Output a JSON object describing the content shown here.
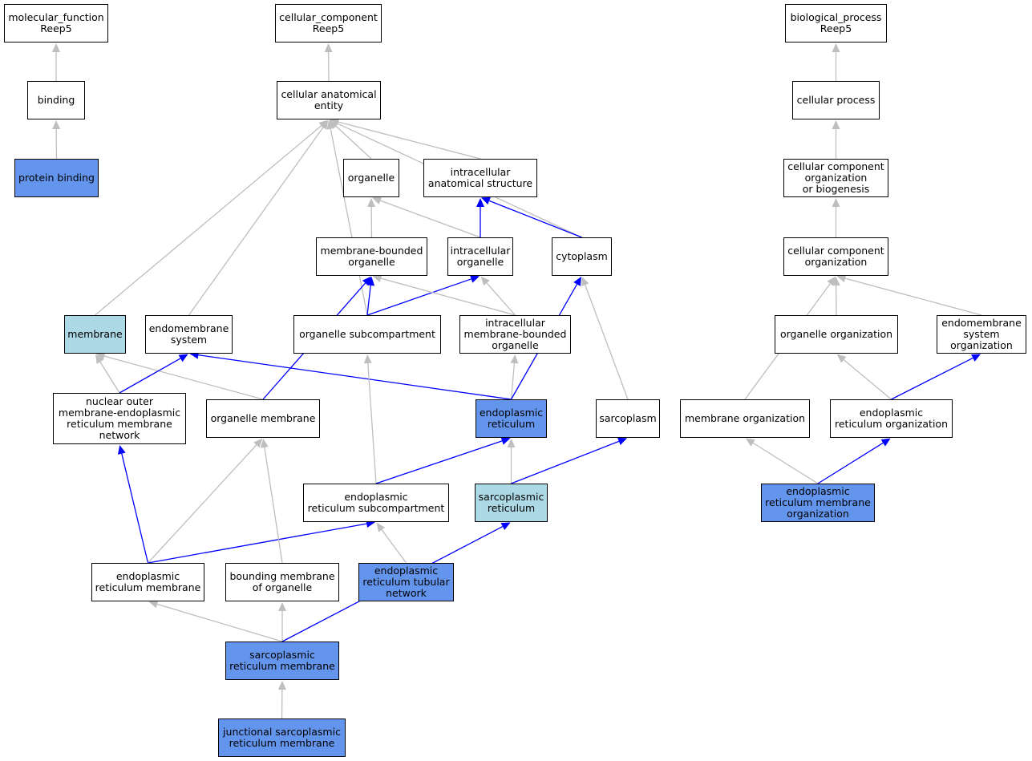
{
  "colors": {
    "blue_fill": "#6495ed",
    "lightblue_fill": "#add8e6",
    "white_fill": "#ffffff",
    "blue_edge": "#0000ff",
    "gray_edge": "#bebebe"
  },
  "nodes": [
    {
      "id": "mf",
      "label": "molecular_function\nReep5",
      "fill": "white"
    },
    {
      "id": "cc",
      "label": "cellular_component\nReep5",
      "fill": "white"
    },
    {
      "id": "bp",
      "label": "biological_process\nReep5",
      "fill": "white"
    },
    {
      "id": "binding",
      "label": "binding",
      "fill": "white"
    },
    {
      "id": "cae",
      "label": "cellular anatomical\nentity",
      "fill": "white"
    },
    {
      "id": "cp",
      "label": "cellular process",
      "fill": "white"
    },
    {
      "id": "pb",
      "label": "protein binding",
      "fill": "blue"
    },
    {
      "id": "organelle",
      "label": "organelle",
      "fill": "white"
    },
    {
      "id": "ias",
      "label": "intracellular\nanatomical structure",
      "fill": "white"
    },
    {
      "id": "ccob",
      "label": "cellular component\norganization\nor biogenesis",
      "fill": "white"
    },
    {
      "id": "mbo",
      "label": "membrane-bounded\norganelle",
      "fill": "white"
    },
    {
      "id": "io",
      "label": "intracellular\norganelle",
      "fill": "white"
    },
    {
      "id": "cyto",
      "label": "cytoplasm",
      "fill": "white"
    },
    {
      "id": "cco",
      "label": "cellular component\norganization",
      "fill": "white"
    },
    {
      "id": "membrane",
      "label": "membrane",
      "fill": "lightblue"
    },
    {
      "id": "es",
      "label": "endomembrane\nsystem",
      "fill": "white"
    },
    {
      "id": "osc",
      "label": "organelle subcompartment",
      "fill": "white"
    },
    {
      "id": "imbo",
      "label": "intracellular\nmembrane-bounded\norganelle",
      "fill": "white"
    },
    {
      "id": "oo",
      "label": "organelle organization",
      "fill": "white"
    },
    {
      "id": "eso",
      "label": "endomembrane\nsystem organization",
      "fill": "white"
    },
    {
      "id": "nomer",
      "label": "nuclear outer\nmembrane-endoplasmic\nreticulum membrane\nnetwork",
      "fill": "white"
    },
    {
      "id": "om",
      "label": "organelle membrane",
      "fill": "white"
    },
    {
      "id": "er",
      "label": "endoplasmic\nreticulum",
      "fill": "blue"
    },
    {
      "id": "sarcoplasm",
      "label": "sarcoplasm",
      "fill": "white"
    },
    {
      "id": "mo",
      "label": "membrane organization",
      "fill": "white"
    },
    {
      "id": "ero",
      "label": "endoplasmic\nreticulum organization",
      "fill": "white"
    },
    {
      "id": "ersc",
      "label": "endoplasmic\nreticulum subcompartment",
      "fill": "white"
    },
    {
      "id": "sr",
      "label": "sarcoplasmic\nreticulum",
      "fill": "lightblue"
    },
    {
      "id": "ermo",
      "label": "endoplasmic\nreticulum membrane\norganization",
      "fill": "blue"
    },
    {
      "id": "erm",
      "label": "endoplasmic\nreticulum membrane",
      "fill": "white"
    },
    {
      "id": "bmo",
      "label": "bounding membrane\nof organelle",
      "fill": "white"
    },
    {
      "id": "ertn",
      "label": "endoplasmic\nreticulum tubular\nnetwork",
      "fill": "blue"
    },
    {
      "id": "srm",
      "label": "sarcoplasmic\nreticulum membrane",
      "fill": "blue"
    },
    {
      "id": "jsrm",
      "label": "junctional sarcoplasmic\nreticulum membrane",
      "fill": "blue"
    }
  ],
  "edges": [
    {
      "from": "binding",
      "to": "mf",
      "color": "gray"
    },
    {
      "from": "pb",
      "to": "binding",
      "color": "gray"
    },
    {
      "from": "cae",
      "to": "cc",
      "color": "gray"
    },
    {
      "from": "organelle",
      "to": "cae",
      "color": "gray"
    },
    {
      "from": "ias",
      "to": "cae",
      "color": "gray"
    },
    {
      "from": "cyto",
      "to": "cae",
      "color": "gray"
    },
    {
      "from": "membrane",
      "to": "cae",
      "color": "gray"
    },
    {
      "from": "es",
      "to": "cae",
      "color": "gray"
    },
    {
      "from": "osc",
      "to": "cae",
      "color": "gray"
    },
    {
      "from": "mbo",
      "to": "organelle",
      "color": "gray"
    },
    {
      "from": "io",
      "to": "organelle",
      "color": "gray"
    },
    {
      "from": "io",
      "to": "ias",
      "color": "blue"
    },
    {
      "from": "cyto",
      "to": "ias",
      "color": "blue"
    },
    {
      "from": "osc",
      "to": "mbo",
      "color": "blue"
    },
    {
      "from": "osc",
      "to": "io",
      "color": "blue"
    },
    {
      "from": "imbo",
      "to": "mbo",
      "color": "gray"
    },
    {
      "from": "imbo",
      "to": "io",
      "color": "gray"
    },
    {
      "from": "om",
      "to": "mbo",
      "color": "blue"
    },
    {
      "from": "om",
      "to": "membrane",
      "color": "gray"
    },
    {
      "from": "nomer",
      "to": "membrane",
      "color": "gray"
    },
    {
      "from": "nomer",
      "to": "es",
      "color": "blue"
    },
    {
      "from": "er",
      "to": "es",
      "color": "blue"
    },
    {
      "from": "er",
      "to": "imbo",
      "color": "gray"
    },
    {
      "from": "er",
      "to": "cyto",
      "color": "blue"
    },
    {
      "from": "sarcoplasm",
      "to": "cyto",
      "color": "gray"
    },
    {
      "from": "ersc",
      "to": "osc",
      "color": "gray"
    },
    {
      "from": "ersc",
      "to": "er",
      "color": "blue"
    },
    {
      "from": "sr",
      "to": "er",
      "color": "gray"
    },
    {
      "from": "sr",
      "to": "sarcoplasm",
      "color": "blue"
    },
    {
      "from": "erm",
      "to": "nomer",
      "color": "blue"
    },
    {
      "from": "erm",
      "to": "om",
      "color": "gray"
    },
    {
      "from": "erm",
      "to": "ersc",
      "color": "blue"
    },
    {
      "from": "bmo",
      "to": "om",
      "color": "gray"
    },
    {
      "from": "ertn",
      "to": "ersc",
      "color": "gray"
    },
    {
      "from": "srm",
      "to": "erm",
      "color": "gray"
    },
    {
      "from": "srm",
      "to": "bmo",
      "color": "gray"
    },
    {
      "from": "srm",
      "to": "sr",
      "color": "blue"
    },
    {
      "from": "jsrm",
      "to": "srm",
      "color": "gray"
    },
    {
      "from": "cp",
      "to": "bp",
      "color": "gray"
    },
    {
      "from": "ccob",
      "to": "cp",
      "color": "gray"
    },
    {
      "from": "cco",
      "to": "ccob",
      "color": "gray"
    },
    {
      "from": "oo",
      "to": "cco",
      "color": "gray"
    },
    {
      "from": "eso",
      "to": "cco",
      "color": "gray"
    },
    {
      "from": "mo",
      "to": "cco",
      "color": "gray"
    },
    {
      "from": "ero",
      "to": "oo",
      "color": "gray"
    },
    {
      "from": "ero",
      "to": "eso",
      "color": "blue"
    },
    {
      "from": "ermo",
      "to": "mo",
      "color": "gray"
    },
    {
      "from": "ermo",
      "to": "ero",
      "color": "blue"
    }
  ]
}
